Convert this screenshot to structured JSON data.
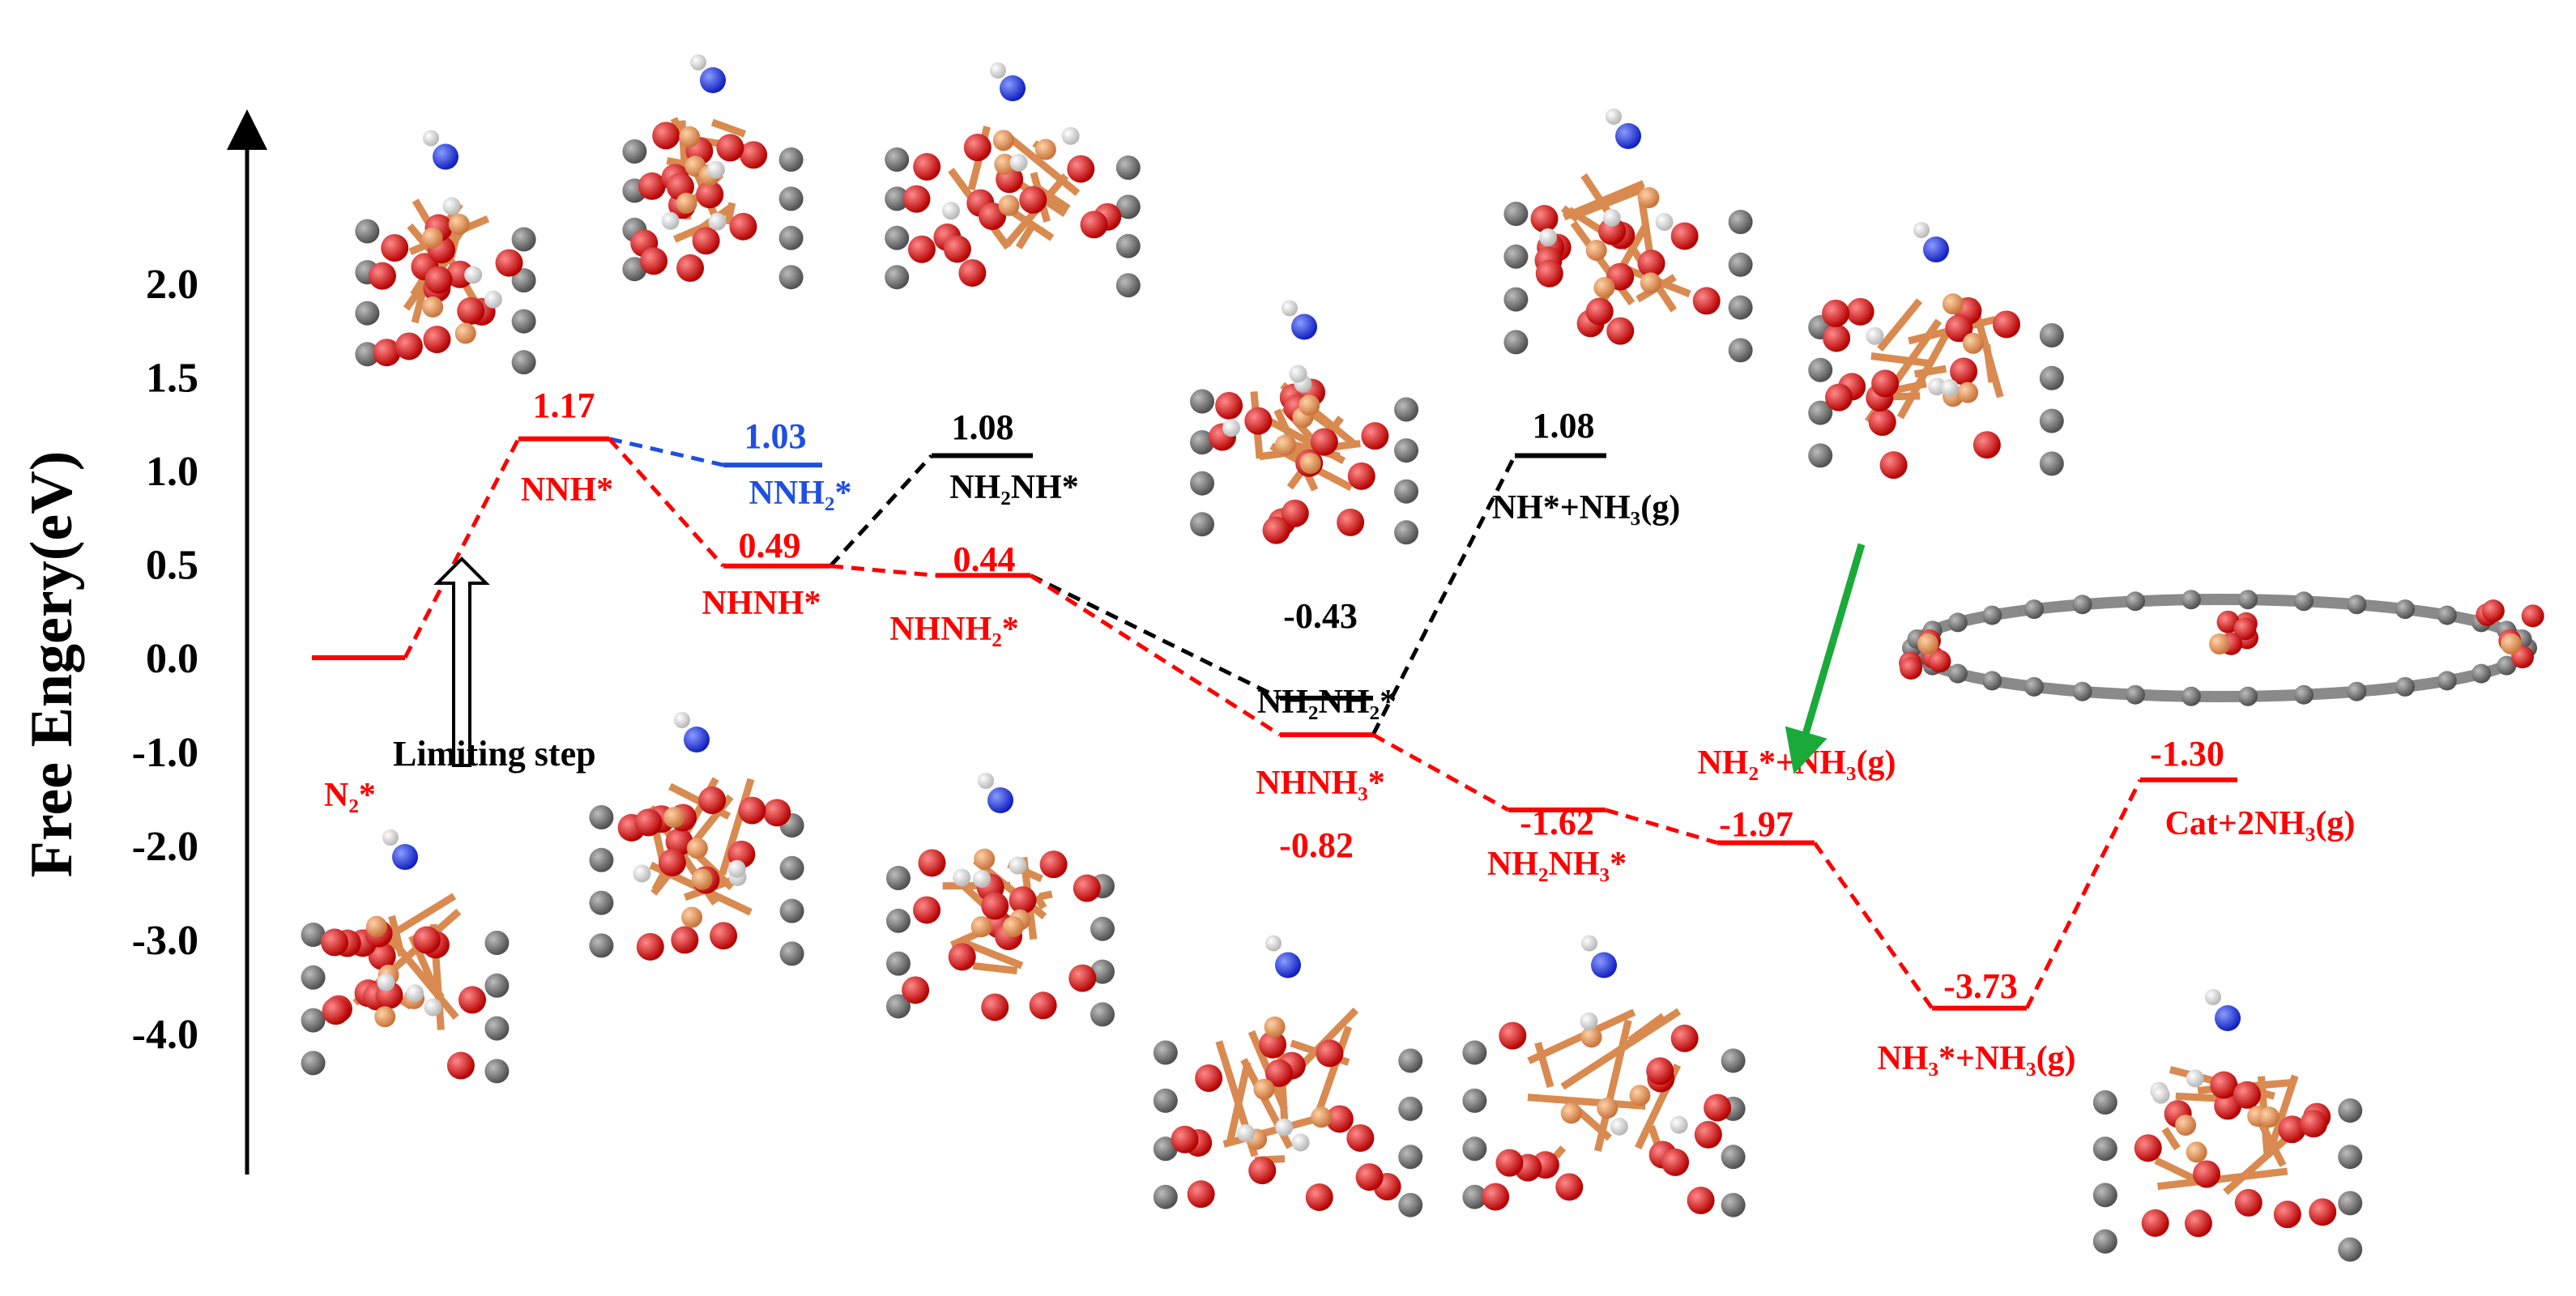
{
  "chart_data": {
    "type": "line",
    "ylabel": "Free Engery(eV)",
    "y_ticks": [
      "2.0",
      "1.5",
      "1.0",
      "0.5",
      "0.0",
      "-1.0",
      "-2.0",
      "-3.0",
      "-4.0"
    ],
    "annotation": "Limiting step",
    "colors": {
      "red": "#ff0000",
      "black": "#000000",
      "blue": "#1f4fe0",
      "green": "#1aaa3a"
    },
    "levels": [
      {
        "id": "n2",
        "color": "red",
        "value": "",
        "name": "N₂*",
        "y": 0.0
      },
      {
        "id": "nnh",
        "color": "red",
        "value": "1.17",
        "name": "NNH*",
        "y": 1.17
      },
      {
        "id": "nnh2",
        "color": "blue",
        "value": "1.03",
        "name": "NNH₂*",
        "y": 1.03
      },
      {
        "id": "nhnh",
        "color": "red",
        "value": "0.49",
        "name": "NHNH*",
        "y": 0.49
      },
      {
        "id": "nh2nh",
        "color": "black",
        "value": "1.08",
        "name": "NH₂NH*",
        "y": 1.08
      },
      {
        "id": "nhnh2",
        "color": "red",
        "value": "0.44",
        "name": "NHNH₂*",
        "y": 0.44
      },
      {
        "id": "nh2nh2",
        "color": "black",
        "value": "-0.43",
        "name": "NH₂NH₂*",
        "y": -0.43
      },
      {
        "id": "nhnh3",
        "color": "red",
        "value": "-0.82",
        "name": "NHNH₃*",
        "y": -0.82
      },
      {
        "id": "nh_nh3",
        "color": "black",
        "value": "1.08",
        "name": "NH*+NH₃(g)",
        "y": 1.08
      },
      {
        "id": "nh2nh3",
        "color": "red",
        "value": "-1.62",
        "name": "NH₂NH₃*",
        "y": -1.62
      },
      {
        "id": "nh2_nh3",
        "color": "red",
        "value": "-1.97",
        "name": "NH₂*+NH₃(g)",
        "y": -1.97
      },
      {
        "id": "nh3_nh3",
        "color": "red",
        "value": "-3.73",
        "name": "NH₃*+NH₃(g)",
        "y": -3.73
      },
      {
        "id": "cat",
        "color": "red",
        "value": "-1.30",
        "name": "Cat+2NH₃(g)",
        "y": -1.3
      }
    ]
  }
}
